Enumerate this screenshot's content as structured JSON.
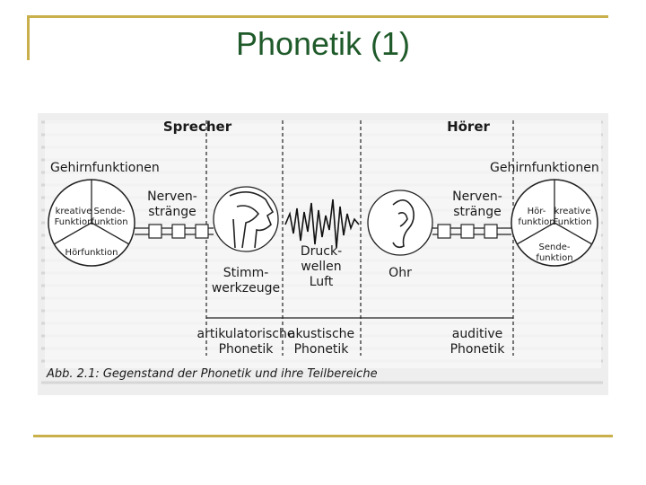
{
  "slide": {
    "title": "Phonetik (1)"
  },
  "figure": {
    "speaker": "Sprecher",
    "listener": "Hörer",
    "brain_functions_left": "Gehirnfunktionen",
    "brain_functions_right": "Gehirnfunktionen",
    "left_brain": {
      "seg_a": [
        "kreative",
        "Funktion"
      ],
      "seg_b": [
        "Sende-",
        "funktion"
      ],
      "seg_c": "Hörfunktion"
    },
    "right_brain": {
      "seg_a": [
        "Hör-",
        "funktion"
      ],
      "seg_b": [
        "kreative",
        "Funktion"
      ],
      "seg_c": [
        "Sende-",
        "funktion"
      ]
    },
    "nerves_left": [
      "Nerven-",
      "stränge"
    ],
    "nerves_right": [
      "Nerven-",
      "stränge"
    ],
    "voice": [
      "Stimm-",
      "werkzeuge"
    ],
    "wave": [
      "Druck-",
      "wellen",
      "Luft"
    ],
    "ear": "Ohr",
    "phon_articulatory": [
      "artikulatorische",
      "Phonetik"
    ],
    "phon_acoustic": [
      "akustische",
      "Phonetik"
    ],
    "phon_auditive": [
      "auditive",
      "Phonetik"
    ],
    "caption": "Abb. 2.1: Gegenstand der Phonetik und ihre Teilbereiche"
  }
}
